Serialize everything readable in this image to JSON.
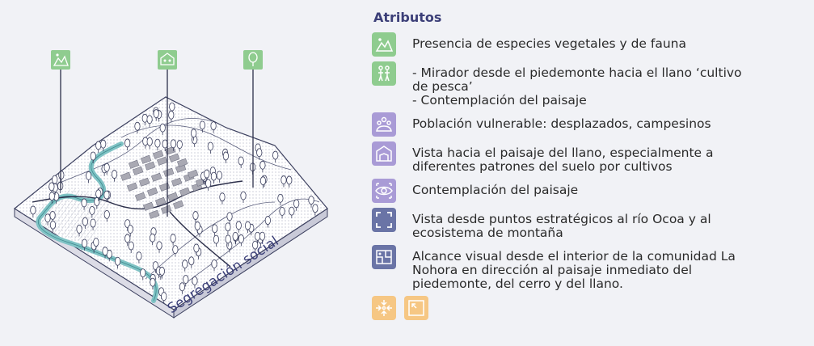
{
  "legend": {
    "title": "Atributos",
    "items": [
      {
        "icon": "landscape-icon",
        "color": "#8fcc8f",
        "lines": [
          "Presencia de especies vegetales y de fauna"
        ]
      },
      {
        "icon": "people-viewpoint-icon",
        "color": "#8fcc8f",
        "lines": [
          "- Mirador desde el piedemonte hacia el llano ‘cultivo",
          "de pesca’",
          "- Contemplación del paisaje"
        ]
      },
      {
        "icon": "community-icon",
        "color": "#a99bd6",
        "lines": [
          "Población vulnerable: desplazados, campesinos"
        ]
      },
      {
        "icon": "farm-view-icon",
        "color": "#a99bd6",
        "lines": [
          "Vista hacia el paisaje del llano, especialmente a",
          "diferentes patrones del suelo por cultivos"
        ]
      },
      {
        "icon": "eye-icon",
        "color": "#a99bd6",
        "lines": [
          "Contemplación del paisaje"
        ]
      },
      {
        "icon": "frame-corners-icon",
        "color": "#6a74a6",
        "lines": [
          "Vista desde puntos estratégicos al río Ocoa y al",
          "ecosistema de montaña"
        ]
      },
      {
        "icon": "map-view-icon",
        "color": "#6a74a6",
        "lines": [
          "Alcance visual desde el interior de la comunidad La",
          "Nohora en dirección al paisaje inmediato del",
          "piedemonte, del cerro y del llano."
        ]
      }
    ],
    "extra_icons": [
      {
        "icon": "compress-arrows-icon",
        "color": "#f6c784"
      },
      {
        "icon": "expand-square-icon",
        "color": "#f6c784"
      }
    ]
  },
  "illustration": {
    "label": "Segregación social",
    "markers": [
      {
        "icon": "landscape-icon",
        "color": "#8fcc8f"
      },
      {
        "icon": "people-viewpoint-icon",
        "color": "#8fcc8f"
      },
      {
        "icon": "tree-icon",
        "color": "#8fcc8f"
      }
    ]
  }
}
